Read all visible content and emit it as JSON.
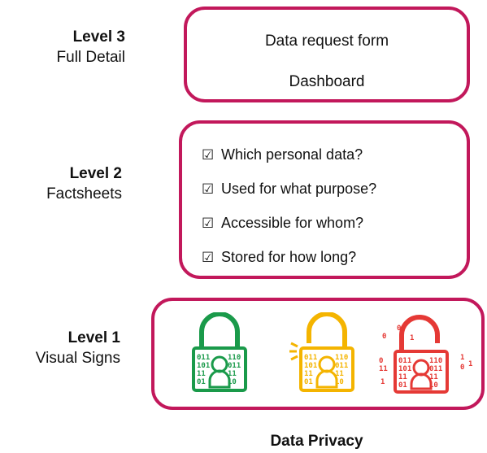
{
  "levels": [
    {
      "level": "Level 3",
      "name": "Full Detail"
    },
    {
      "level": "Level 2",
      "name": "Factsheets"
    },
    {
      "level": "Level 1",
      "name": "Visual Signs"
    }
  ],
  "level3_items": [
    "Data request form",
    "Dashboard"
  ],
  "level2_checklist": [
    "Which personal data?",
    "Used for what purpose?",
    "Accessible for whom?",
    "Stored for how long?"
  ],
  "level1_icons": [
    {
      "icon": "locked-padlock-icon",
      "color": "#1a9a4a",
      "state": "locked"
    },
    {
      "icon": "unlocking-padlock-icon",
      "color": "#f4b400",
      "state": "partially open"
    },
    {
      "icon": "open-padlock-icon",
      "color": "#e53935",
      "state": "open"
    }
  ],
  "lock_binary": [
    "011",
    "101",
    "11",
    "01",
    "110",
    "011",
    "11",
    "10"
  ],
  "footer": "Data Privacy",
  "colors": {
    "border": "#c2185b",
    "green": "#1a9a4a",
    "yellow": "#f4b400",
    "red": "#e53935"
  }
}
